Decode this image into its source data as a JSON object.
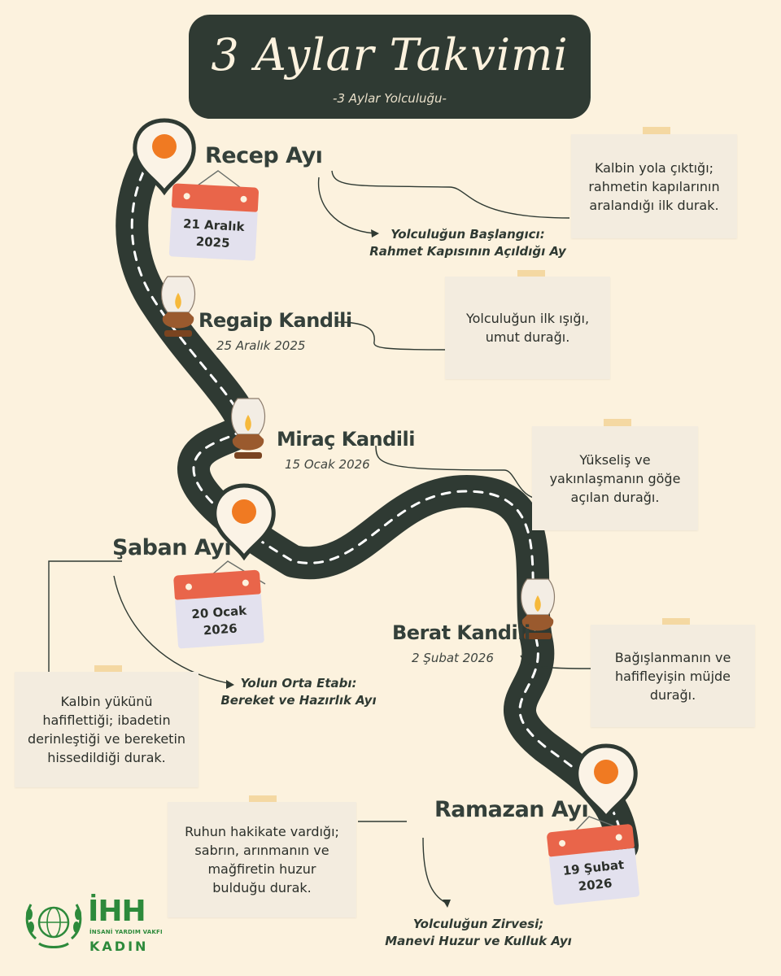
{
  "header": {
    "title": "3 Aylar Takvimi",
    "subtitle": "-3 Aylar Yolculuğu-"
  },
  "stops": [
    {
      "title": "Recep Ayı",
      "date_line1": "21 Aralık",
      "date_line2": "2025",
      "note_line1": "Yolculuğun Başlangıcı:",
      "note_line2": "Rahmet Kapısının Açıldığı Ay",
      "card": [
        "Kalbin yola çıktığı;",
        "rahmetin kapılarının",
        "aralandığı ilk durak."
      ]
    },
    {
      "title": "Regaip Kandili",
      "date": "25 Aralık 2025",
      "card": [
        "Yolculuğun ilk ışığı,",
        "umut durağı."
      ]
    },
    {
      "title": "Miraç Kandili",
      "date": "15 Ocak 2026",
      "card": [
        "Yükseliş ve",
        "yakınlaşmanın göğe",
        "açılan durağı."
      ]
    },
    {
      "title": "Şaban Ayı",
      "date_line1": "20 Ocak",
      "date_line2": "2026",
      "note_line1": "Yolun Orta Etabı:",
      "note_line2": "Bereket ve Hazırlık Ayı",
      "card": [
        "Kalbin yükünü",
        "hafiflettiği; ibadetin",
        "derinleştiği ve bereketin",
        "hissedildiği durak."
      ]
    },
    {
      "title": "Berat Kandili",
      "date": "2 Şubat 2026",
      "card": [
        "Bağışlanmanın ve",
        "hafifleyişin müjde",
        "durağı."
      ]
    },
    {
      "title": "Ramazan Ayı",
      "date_line1": "19 Şubat",
      "date_line2": "2026",
      "note_line1": "Yolculuğun Zirvesi;",
      "note_line2": "Manevi Huzur ve Kulluk Ayı",
      "card": [
        "Ruhun hakikate vardığı;",
        "sabrın, arınmanın ve",
        "mağfiretin huzur",
        "bulduğu durak."
      ]
    }
  ],
  "logo": {
    "brand": "İHH",
    "tagline": "İNSANİ YARDIM VAKFI",
    "division": "KADIN"
  },
  "colors": {
    "background": "#fcf2de",
    "road": "#2f3a33",
    "accent_orange": "#f07a22",
    "calendar_red": "#e9654a",
    "moon": "#f0c66e",
    "brand_green": "#2d8a3b"
  }
}
